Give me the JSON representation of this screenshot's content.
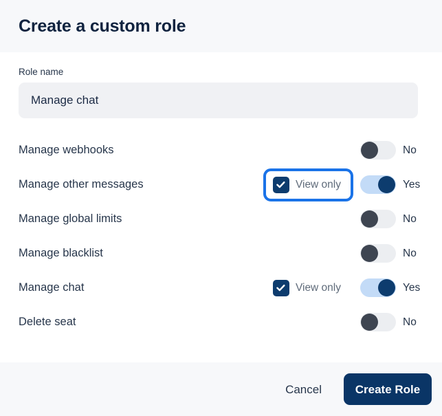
{
  "dialog": {
    "title": "Create a custom role"
  },
  "form": {
    "role_name": {
      "label": "Role name",
      "value": "Manage chat",
      "placeholder": "Role name"
    }
  },
  "permissions": {
    "view_only_label": "View only",
    "toggle_on_label": "Yes",
    "toggle_off_label": "No",
    "rows": [
      {
        "label": "Manage webhooks",
        "has_view_only": false,
        "view_only_checked": false,
        "view_only_focused": false,
        "enabled": false,
        "state_label": "No"
      },
      {
        "label": "Manage other messages",
        "has_view_only": true,
        "view_only_checked": true,
        "view_only_focused": true,
        "enabled": true,
        "state_label": "Yes"
      },
      {
        "label": "Manage global limits",
        "has_view_only": false,
        "view_only_checked": false,
        "view_only_focused": false,
        "enabled": false,
        "state_label": "No"
      },
      {
        "label": "Manage blacklist",
        "has_view_only": false,
        "view_only_checked": false,
        "view_only_focused": false,
        "enabled": false,
        "state_label": "No"
      },
      {
        "label": "Manage chat",
        "has_view_only": true,
        "view_only_checked": true,
        "view_only_focused": false,
        "enabled": true,
        "state_label": "Yes"
      },
      {
        "label": "Delete seat",
        "has_view_only": false,
        "view_only_checked": false,
        "view_only_focused": false,
        "enabled": false,
        "state_label": "No"
      }
    ]
  },
  "footer": {
    "cancel_label": "Cancel",
    "submit_label": "Create Role"
  },
  "colors": {
    "header_bg": "#f7f8fa",
    "navy": "#0a3566",
    "checkbox_navy": "#0d3c6e",
    "focus_ring": "#1a73e8",
    "toggle_on_track": "#c3dbf7",
    "toggle_off_knob": "#3e4551",
    "text_primary": "#27364b",
    "text_muted": "#5f6b7a"
  }
}
